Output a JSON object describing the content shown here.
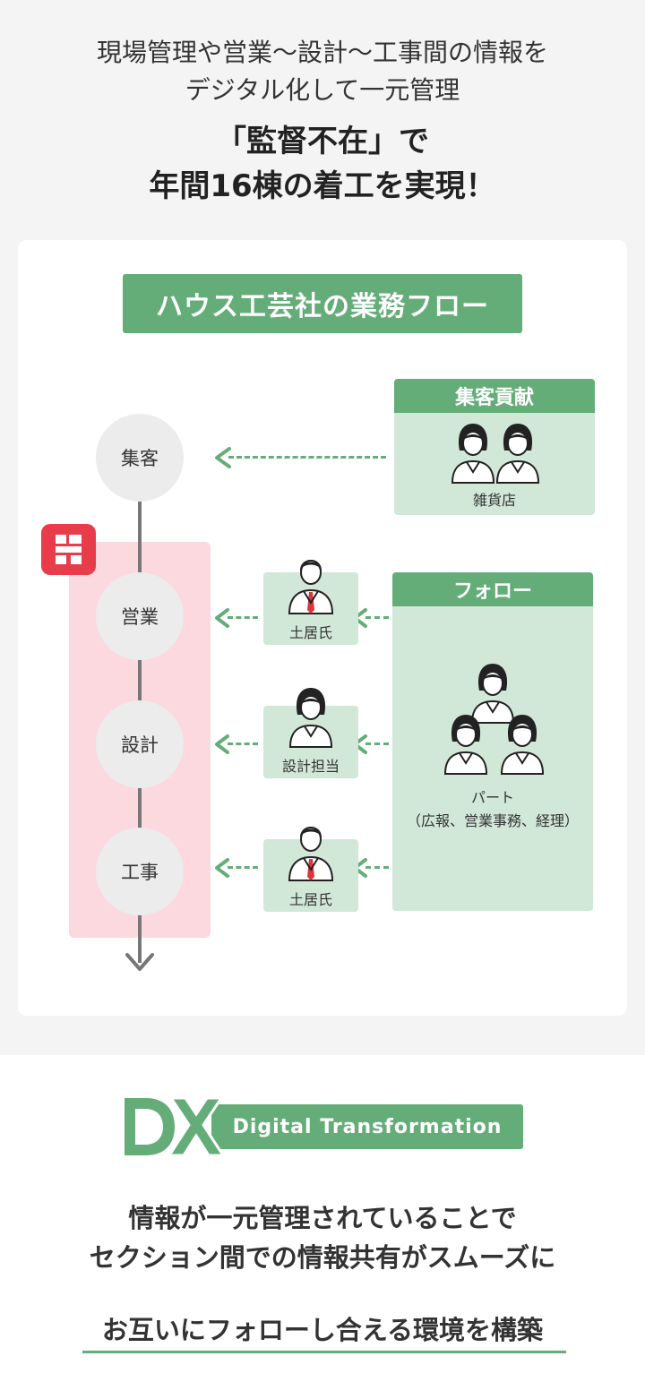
{
  "intro": {
    "line1": "現場管理や営業〜設計〜工事間の情報を",
    "line2": "デジタル化して一元管理"
  },
  "headline": {
    "line1": "「監督不在」で",
    "line2": "年間16棟の着工を実現！"
  },
  "flow": {
    "title": "ハウス工芸社の業務フロー",
    "stages": [
      "集客",
      "営業",
      "設計",
      "工事"
    ],
    "boxes": {
      "contribution": {
        "title": "集客貢献",
        "caption": "雑貨店"
      },
      "follow": {
        "title": "フォロー",
        "caption1": "パート",
        "caption2": "（広報、営業事務、経理）"
      }
    },
    "staff": [
      {
        "caption": "土居氏"
      },
      {
        "caption": "設計担当"
      },
      {
        "caption": "土居氏"
      }
    ]
  },
  "dx": {
    "logo": "DX",
    "label": "Digital Transformation"
  },
  "summary": {
    "line1": "情報が一元管理されていることで",
    "line2": "セクション間での情報共有がスムーズに",
    "line3": "お互いにフォローし合える環境を構築"
  },
  "colors": {
    "green": "#64ad78",
    "light_green": "#d1e7d7",
    "pink": "#fbd9de",
    "brand_red": "#e83c4a"
  }
}
